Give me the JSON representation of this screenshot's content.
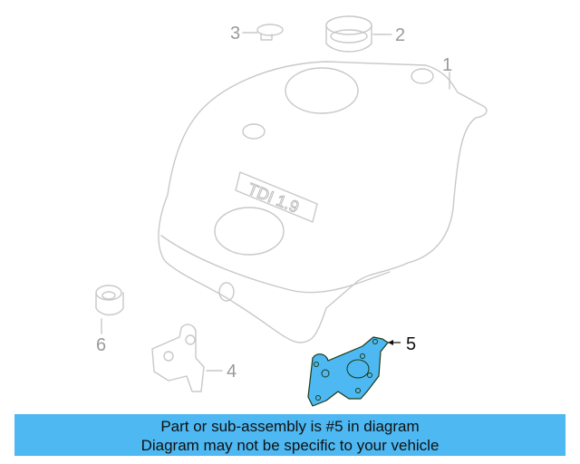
{
  "diagram": {
    "callouts": [
      "1",
      "2",
      "3",
      "4",
      "5",
      "6"
    ],
    "highlighted_part": "5",
    "highlight_color": "#4db8f2",
    "cover_text": "TDI 1.9"
  },
  "banner": {
    "line1": "Part or sub-assembly is #5 in diagram",
    "line2": "Diagram may not be specific to your vehicle",
    "color": "#4db8f2"
  }
}
